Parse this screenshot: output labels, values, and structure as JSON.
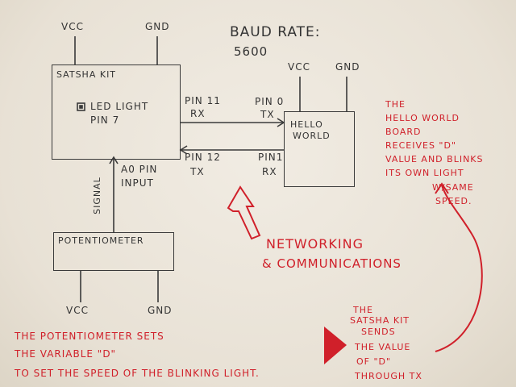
{
  "diagram": {
    "baud_title": "BAUD RATE:",
    "baud_value": "5600",
    "satsha": {
      "vcc": "VCC",
      "gnd": "GND",
      "title": "SATSHA KIT",
      "led_line1": "LED LIGHT",
      "led_line2": "PIN 7",
      "pin11": "PIN 11",
      "rx": "RX",
      "pin12": "PIN 12",
      "tx": "TX",
      "a0_line1": "A0 PIN",
      "a0_line2": "INPUT"
    },
    "hello": {
      "vcc": "VCC",
      "gnd": "GND",
      "line1": "HELLO",
      "line2": "WORLD",
      "pin0": "PIN 0",
      "tx": "TX",
      "pin1": "PIN1",
      "rx": "RX"
    },
    "signal": "SIGNAL",
    "potentiometer": {
      "label": "POTENTIOMETER",
      "vcc": "VCC",
      "gnd": "GND"
    },
    "networking_line1": "NETWORKING",
    "networking_line2": "& COMMUNICATIONS",
    "hello_note": [
      "THE",
      "HELLO WORLD",
      "BOARD",
      "RECEIVES \"D\"",
      "VALUE AND BLINKS",
      "ITS OWN LIGHT",
      "W/SAME",
      "SPEED."
    ],
    "pot_note": [
      "THE  POTENTIOMETER SETS",
      "THE  VARIABLE  \"D\"",
      "TO SET THE SPEED OF THE BLINKING LIGHT."
    ],
    "satsha_note": [
      "THE",
      "SATSHA KIT",
      "SENDS",
      "THE  VALUE",
      "OF \"D\"",
      "THROUGH TX"
    ],
    "colors": {
      "ink": "#333333",
      "red": "#d0202a",
      "paper": "#ece6dc"
    }
  }
}
